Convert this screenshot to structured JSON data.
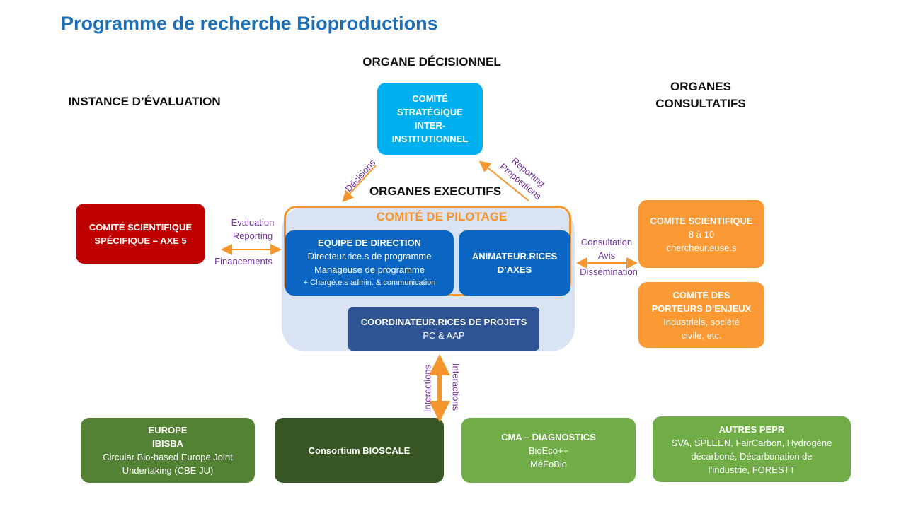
{
  "title": "Programme de recherche Bioproductions",
  "headings": {
    "decisionnel": "ORGANE DÉCISIONNEL",
    "evaluation": "INSTANCE D’ÉVALUATION",
    "consultatifs_1": "ORGANES",
    "consultatifs_2": "CONSULTATIFS",
    "executifs": "ORGANES EXECUTIFS"
  },
  "strategique": {
    "lines": [
      "COMITÉ",
      "STRATÉGIQUE",
      "INTER-",
      "INSTITUTIONNEL"
    ]
  },
  "pilotage": {
    "title": "COMITÉ DE PILOTAGE"
  },
  "direction": {
    "title": "EQUIPE DE DIRECTION",
    "line1": "Directeur.rice.s de programme",
    "line2": "Manageuse de programme",
    "line3": "+ Chargé.e.s admin. & communication"
  },
  "animateurs": {
    "line1": "ANIMATEUR.RICES",
    "line2": "D’AXES"
  },
  "coordinateurs": {
    "title": "COORDINATEUR.RICES DE PROJETS",
    "line1": "PC & AAP"
  },
  "cs_specifique": {
    "line1": "COMITÉ SCIENTIFIQUE",
    "line2": "SPÉCIFIQUE – AXE 5"
  },
  "cs": {
    "title": "COMITE SCIENTIFIQUE",
    "line1": "8 à 10",
    "line2": "chercheur.euse.s"
  },
  "porteurs": {
    "title1": "COMITÉ DES",
    "title2": "PORTEURS D’ENJEUX",
    "line1": "Industriels, société",
    "line2": "civile, etc."
  },
  "labels": {
    "decisions": "Décisions",
    "reporting_right_1": "Reporting",
    "reporting_right_2": "Propositions",
    "eval_1": "Evaluation",
    "eval_2": "Reporting",
    "eval_3": "Financements",
    "consult_1": "Consultation",
    "consult_2": "Avis",
    "consult_3": "Dissémination",
    "interactions_left": "Interactions",
    "interactions_right": "Interactions"
  },
  "europe": {
    "line1": "EUROPE",
    "line2": "IBISBA",
    "line3": "Circular Bio-based Europe Joint",
    "line4": "Undertaking (CBE JU)"
  },
  "consortium": {
    "line1": "Consortium  BIOSCALE"
  },
  "cma": {
    "line1": "CMA – DIAGNOSTICS",
    "line2": "BioEco++",
    "line3": "MéFoBio"
  },
  "autres": {
    "line1": "AUTRES PEPR",
    "line2": "SVA, SPLEEN, FairCarbon, Hydrogène",
    "line3": "décarboné, Décarbonation de",
    "line4": "l’industrie, FORESTT"
  },
  "colors": {
    "title_blue": "#1b6fb8",
    "strategique": "#00b0f0",
    "pilotage_border": "#f4962d",
    "pilotage_bg": "#dae3f3",
    "direction": "#0a66c2",
    "coordinateurs": "#2e5496",
    "cs_specifique": "#c00000",
    "orange": "#fb9935",
    "green_dark": "#375623",
    "green_mid": "#548235",
    "green_light": "#70ad47",
    "label_purple": "#7030a0"
  }
}
